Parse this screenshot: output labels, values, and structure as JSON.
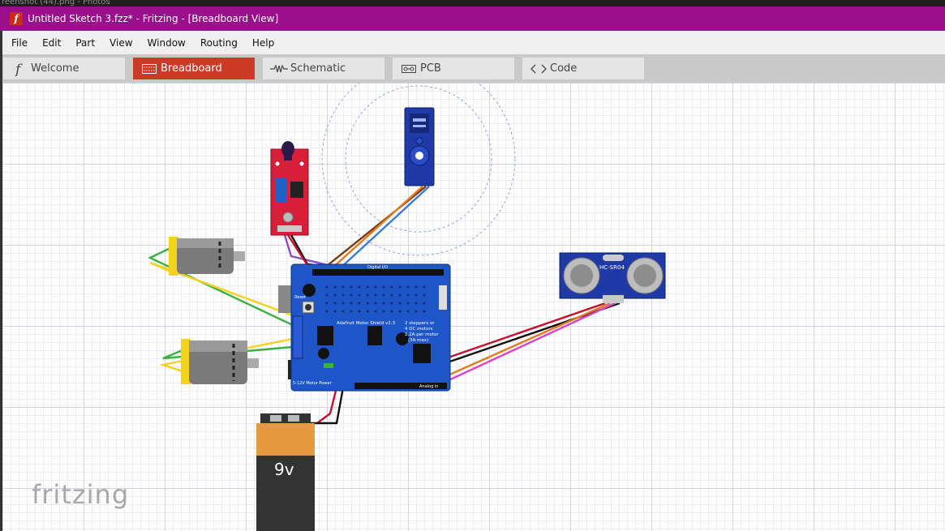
{
  "window": {
    "photos_title": "reenshot (44).png - Photos",
    "title": "Untitled Sketch 3.fzz* - Fritzing - [Breadboard View]",
    "logo_letter": "f"
  },
  "menu": [
    "File",
    "Edit",
    "Part",
    "View",
    "Window",
    "Routing",
    "Help"
  ],
  "tabs": [
    {
      "label": "Welcome",
      "icon": "fritzing-f-icon",
      "active": false
    },
    {
      "label": "Breadboard",
      "icon": "breadboard-icon",
      "active": true
    },
    {
      "label": "Schematic",
      "icon": "resistor-icon",
      "active": false
    },
    {
      "label": "PCB",
      "icon": "pcb-icon",
      "active": false
    },
    {
      "label": "Code",
      "icon": "code-brackets-icon",
      "active": false
    }
  ],
  "canvas": {
    "watermark": "fritzing",
    "battery_label": "9v",
    "sensor_label": "HC-SR04",
    "shield_title": "Adafruit Motor Shield v2.3",
    "shield_note_1": "2 steppers or",
    "shield_note_2": "4 DC motors",
    "shield_note_3": "1.2A per motor",
    "shield_note_4": "(3A max)",
    "shield_digital": "Digital I/O",
    "shield_analog": "Analog in",
    "shield_power": "5-12V Motor Power",
    "shield_reset": "Reset",
    "wire_colors": {
      "red": "#c8102e",
      "black": "#111111",
      "green": "#3cb043",
      "yellow": "#f2d21b",
      "orange": "#e07a1f",
      "brown": "#7a3b10",
      "blue": "#3a7bd5",
      "pink": "#e040c8",
      "purple": "#8a4fc8"
    }
  }
}
